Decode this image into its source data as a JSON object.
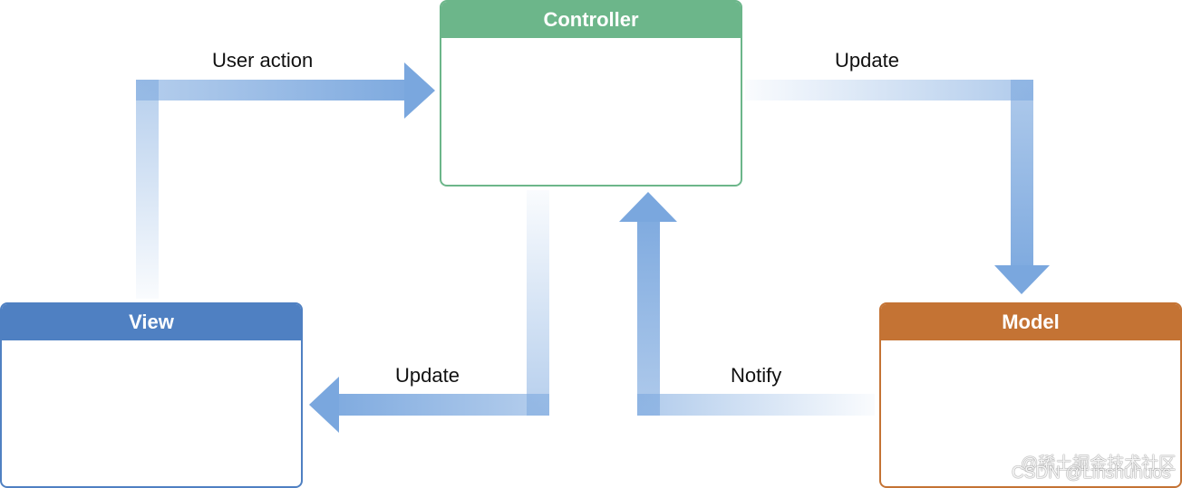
{
  "boxes": {
    "controller": {
      "title": "Controller",
      "color": "#6cb68a"
    },
    "view": {
      "title": "View",
      "color": "#4f80c2"
    },
    "model": {
      "title": "Model",
      "color": "#c47334"
    }
  },
  "labels": {
    "user_action": "User action",
    "update_model": "Update",
    "update_view": "Update",
    "notify": "Notify"
  },
  "arrow_color": "#7aa7de",
  "watermark": {
    "line1": "@稀土掘金技术社区",
    "line2": "CSDN @Linshuhuos"
  }
}
